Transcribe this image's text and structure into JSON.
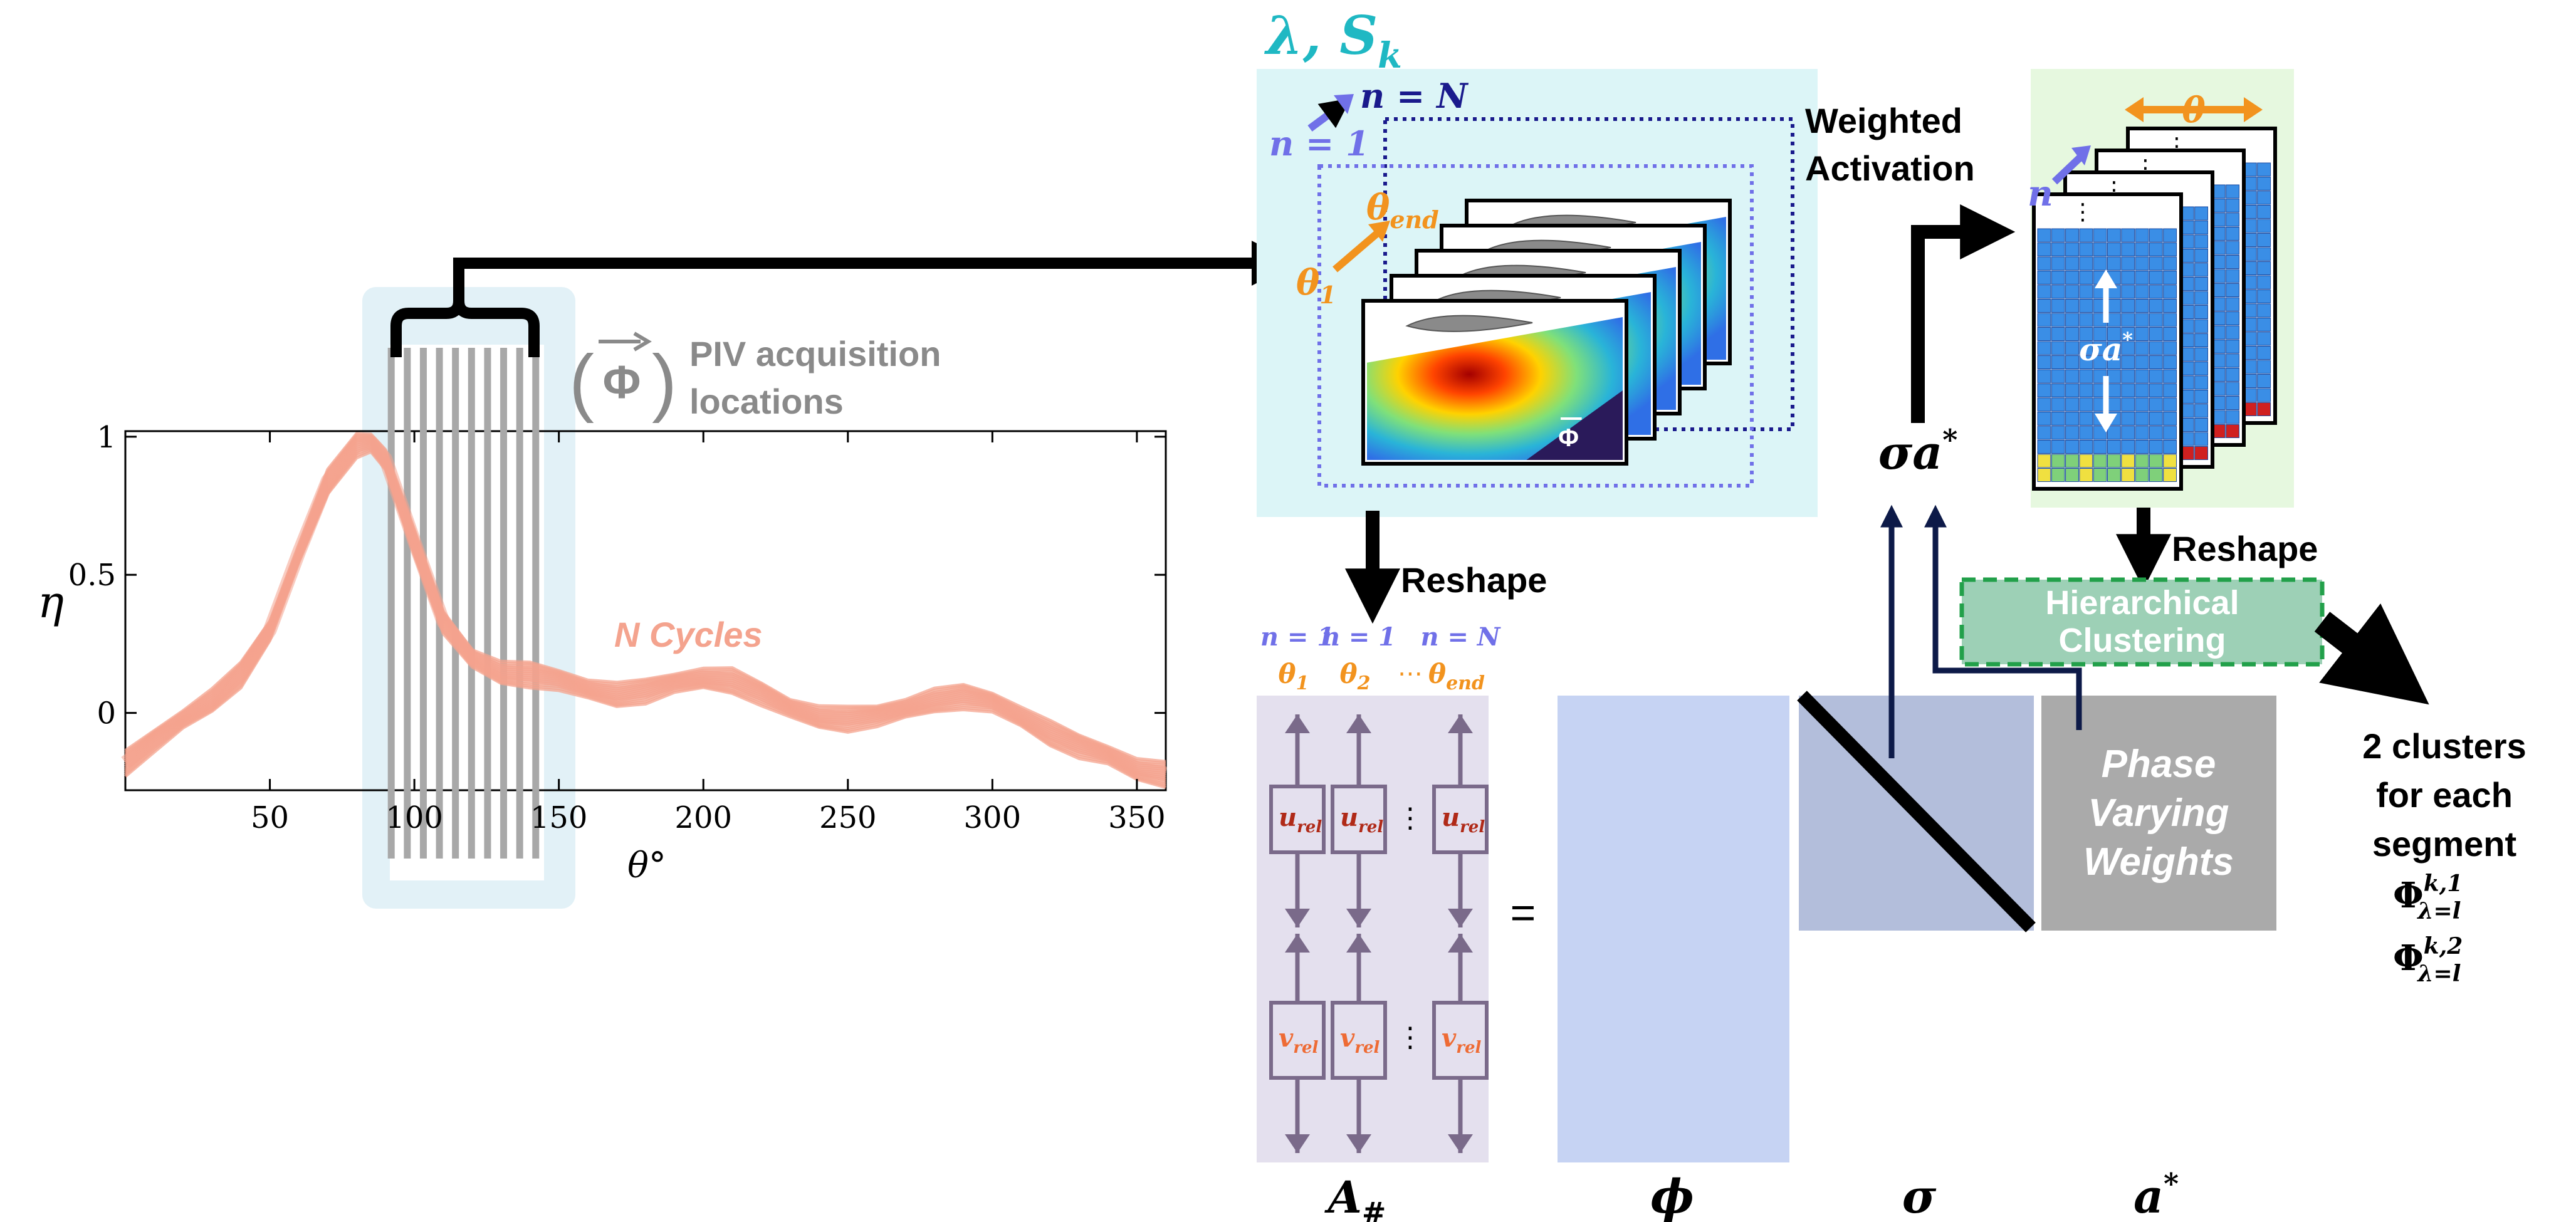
{
  "plot": {
    "ylabel": "η",
    "xlabel": "θ°",
    "yticks": [
      "1",
      "0.5",
      "0"
    ],
    "xticks": [
      "50",
      "100",
      "150",
      "200",
      "250",
      "300",
      "350"
    ],
    "cycles_label": "N Cycles"
  },
  "chart_data": {
    "type": "line",
    "title": "",
    "xlabel": "θ°",
    "ylabel": "η",
    "xlim": [
      0,
      360
    ],
    "ylim": [
      -0.28,
      1.02
    ],
    "grid": false,
    "series": [
      {
        "name": "N Cycles",
        "x": [
          0,
          10,
          20,
          30,
          40,
          50,
          60,
          70,
          80,
          85,
          90,
          100,
          110,
          120,
          130,
          140,
          150,
          160,
          170,
          180,
          190,
          200,
          210,
          220,
          230,
          240,
          250,
          260,
          270,
          280,
          290,
          300,
          310,
          320,
          330,
          340,
          350,
          360
        ],
        "y": [
          -0.18,
          -0.1,
          -0.02,
          0.05,
          0.14,
          0.3,
          0.58,
          0.84,
          0.97,
          0.98,
          0.92,
          0.62,
          0.33,
          0.2,
          0.15,
          0.14,
          0.12,
          0.09,
          0.07,
          0.08,
          0.11,
          0.13,
          0.12,
          0.07,
          0.02,
          -0.01,
          -0.02,
          -0.01,
          0.02,
          0.05,
          0.06,
          0.04,
          -0.01,
          -0.07,
          -0.12,
          -0.15,
          -0.2,
          -0.22
        ]
      }
    ],
    "highlight_band": {
      "from": 92,
      "to": 142
    }
  },
  "piv": {
    "phi_label": "Φ",
    "label_line1": "PIV acquisition",
    "label_line2": "locations"
  },
  "snapshots": {
    "title": "λ, S",
    "title_sub": "k",
    "n_N": "n = N",
    "n_1": "n = 1",
    "theta1": "θ",
    "theta1_sub": "1",
    "theta_end": "θ",
    "theta_end_sub": "end",
    "phi_in_field": "Φ"
  },
  "reshape_left": "Reshape",
  "matrix_A": {
    "col_headers": [
      {
        "n": "n = 1",
        "theta": "θ",
        "theta_sub": "1"
      },
      {
        "n": "n = 1",
        "theta": "θ",
        "theta_sub": "2"
      },
      {
        "n": "n = N",
        "theta": "θ",
        "theta_sub": "end"
      }
    ],
    "ellipsis": "⋯",
    "u_label": "u",
    "v_label": "v",
    "sub": "rel",
    "vdots": "⋮",
    "bottom_label": "A",
    "bottom_sub": "#"
  },
  "equals": "=",
  "phi_label": "ϕ",
  "sigma_label": "σ",
  "a_star_label": "a",
  "a_star_sup": "*",
  "phase_weights": {
    "line1": "Phase",
    "line2": "Varying",
    "line3": "Weights"
  },
  "sigma_a": {
    "label": "σa",
    "sup": "*"
  },
  "weighted_activation": {
    "line1": "Weighted",
    "line2": "Activation"
  },
  "activation_stack": {
    "theta": "θ",
    "n": "n",
    "inner": "σa",
    "inner_sup": "*"
  },
  "reshape_right": "Reshape",
  "clustering": {
    "line1": "Hierarchical",
    "line2": "Clustering"
  },
  "clusters": {
    "line1": "2 clusters",
    "line2": "for each",
    "line3": "segment",
    "phi": "Φ",
    "sup1": "k,1",
    "sup2": "k,2",
    "sub": "λ=l"
  },
  "colors": {
    "curve": "#f4a38e",
    "band": "#e2f1f7",
    "piv_lines": "#a8a8a8",
    "snapshot_bg": "#dcf5f7",
    "teal_title": "#1fb8c3",
    "navy": "#1a1a8c",
    "periwinkle": "#7070e8",
    "orange": "#f2931e",
    "matrix_A_bg": "#e4e0ee",
    "matrix_arrow": "#7a6a8a",
    "u_color": "#b02a18",
    "v_color": "#ee6b34",
    "phi_block": "#c6d3f3",
    "sigma_block": "#b3bedb",
    "weights_block": "#aaaaaa",
    "activation_bg": "#e6f8df",
    "grid_blue": "#3a8ee6",
    "cluster_fill": "#9dd0b6",
    "cluster_border": "#22a04a"
  }
}
